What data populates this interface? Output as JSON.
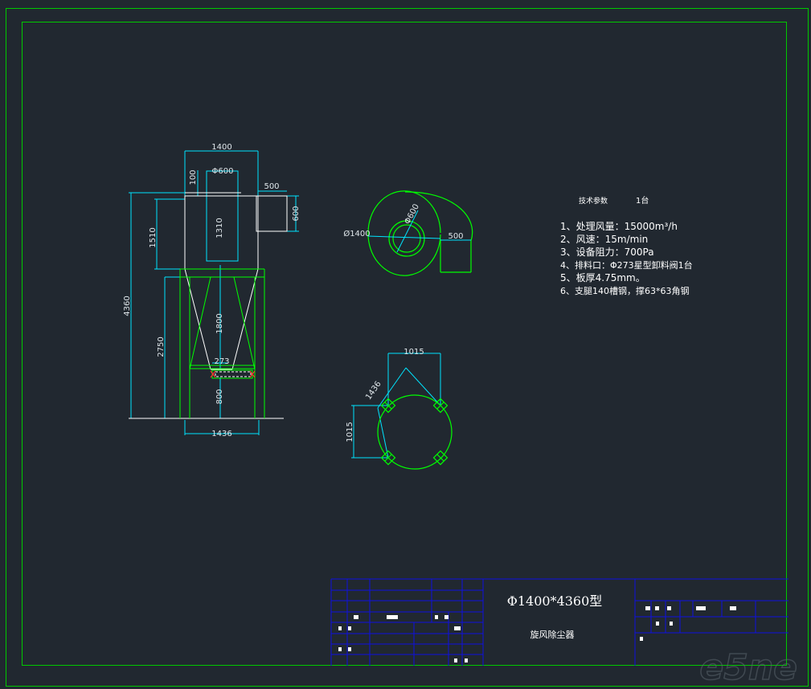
{
  "colors": {
    "background": "#212830",
    "frame": "#00c800",
    "outline": "#ffffff",
    "dimension": "#00e5ff",
    "support": "#00ff00",
    "title_block": "#1010e0",
    "marker": "#ff3030"
  },
  "front_view": {
    "dims": {
      "top_width": "1400",
      "inlet_dia": "Φ600",
      "top_offset": "100",
      "outlet_width": "500",
      "outlet_height": "600",
      "body_height": "1510",
      "tube_height": "1310",
      "total_height": "4360",
      "support_height": "2750",
      "cone_height": "1800",
      "discharge_dia": "273",
      "leg_height": "800",
      "base_width": "1436"
    }
  },
  "top_view": {
    "dims": {
      "outer_dia": "Ø1400",
      "inner_dia": "Φ600",
      "inlet_width": "500"
    }
  },
  "base_view": {
    "dims": {
      "span_top": "1015",
      "diagonal": "1436",
      "span_side": "1015"
    }
  },
  "tech_params": {
    "title": "技术参数",
    "quantity": "1台",
    "lines": [
      "1、处理风量：15000m³/h",
      "2、风速：15m/min",
      "3、设备阻力：700Pa",
      "4、排料口：Φ273星型卸料阀1台",
      "5、板厚4.75mm。",
      "6、支腿140槽钢，撑63*63角钢"
    ]
  },
  "title_block": {
    "model": "Φ1400*4360型",
    "name": "旋风除尘器"
  },
  "watermark": "e5ne"
}
